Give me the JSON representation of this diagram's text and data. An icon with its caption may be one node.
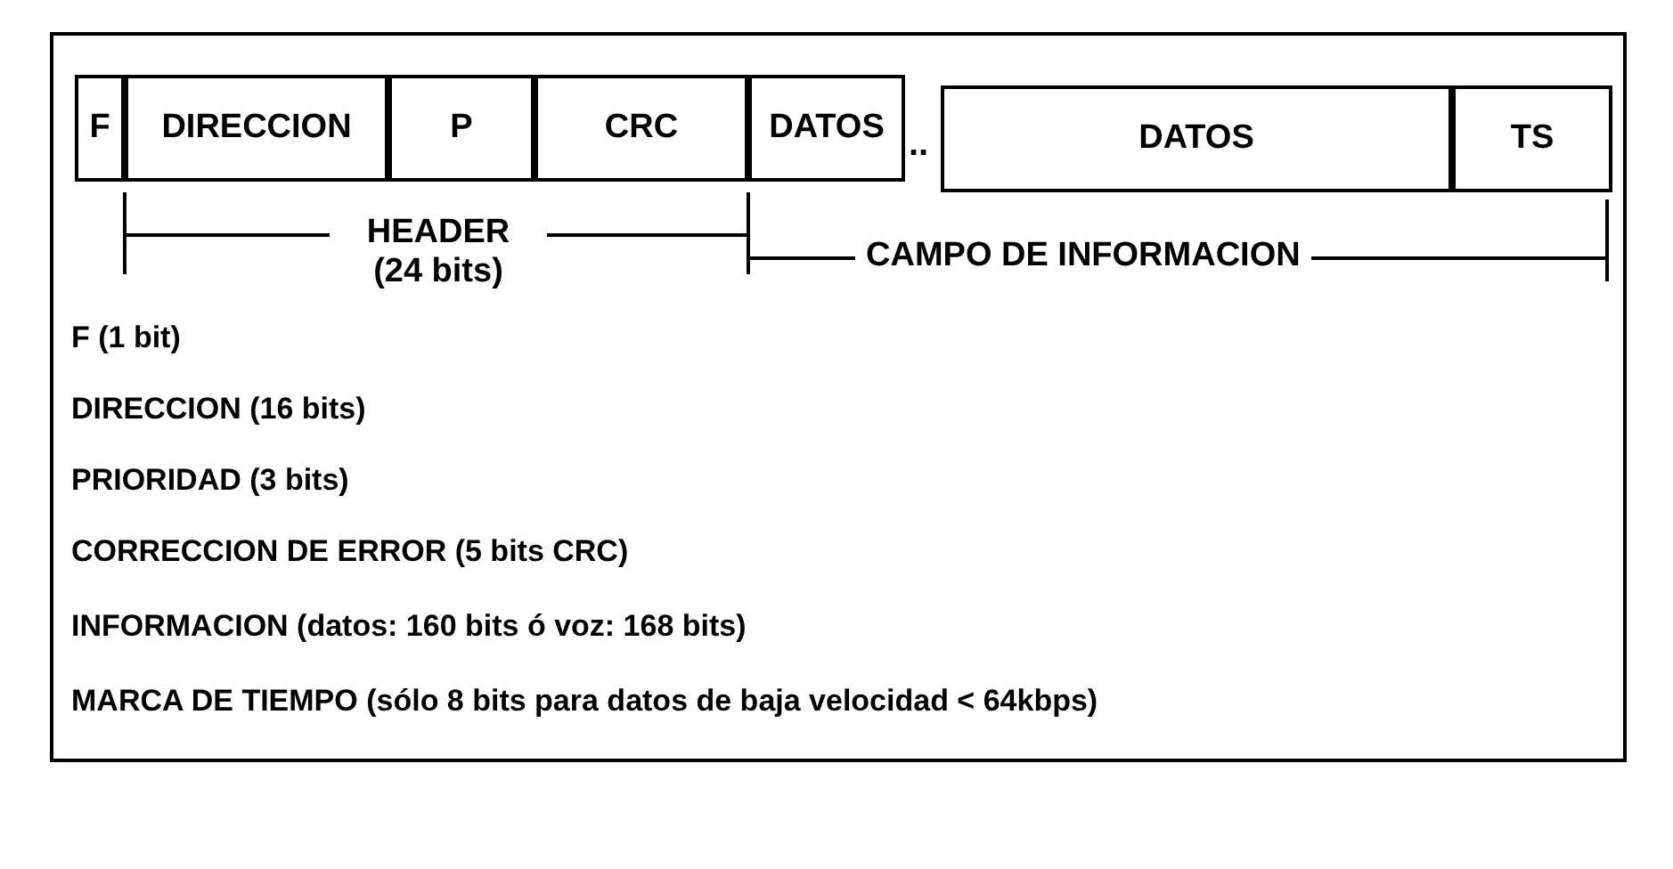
{
  "diagram": {
    "nodes": [
      {
        "text": [
          "F"
        ]
      },
      {
        "text": [
          "DIRECCION"
        ]
      },
      {
        "text": [
          "P"
        ]
      },
      {
        "text": [
          "CRC"
        ]
      },
      {
        "text": [
          "DATOS"
        ]
      },
      {
        "text": [
          "DATOS"
        ]
      },
      {
        "text": [
          "TS"
        ]
      }
    ],
    "labels": [
      "..",
      "HEADER (24 bits)",
      "CAMPO DE INFORMACION",
      "F (1 bit)",
      "DIRECCION (16 bits)",
      "PRIORIDAD (3 bits)",
      "CORRECCION DE ERROR (5 bits CRC)",
      "INFORMACION (datos: 160 bits ó voz: 168 bits)",
      "MARCA DE TIEMPO (sólo 8 bits para datos de baja velocidad < 64kbps)"
    ]
  }
}
